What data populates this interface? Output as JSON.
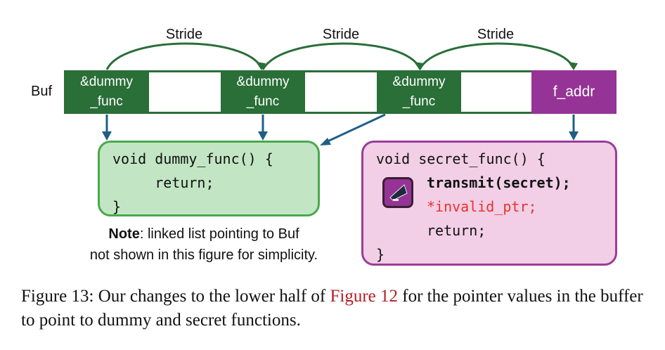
{
  "diagram": {
    "stride_labels": [
      "Stride",
      "Stride",
      "Stride"
    ],
    "buffer": {
      "label": "Buf",
      "cells": [
        {
          "text_line1": "&dummy",
          "text_line2": "_func",
          "type": "dummy_pointer"
        },
        {
          "text_line1": "",
          "text_line2": "",
          "type": "empty"
        },
        {
          "text_line1": "&dummy",
          "text_line2": "_func",
          "type": "dummy_pointer"
        },
        {
          "text_line1": "",
          "text_line2": "",
          "type": "empty"
        },
        {
          "text_line1": "&dummy",
          "text_line2": "_func",
          "type": "dummy_pointer"
        },
        {
          "text_line1": "",
          "text_line2": "",
          "type": "empty"
        },
        {
          "text_line1": "f_addr",
          "text_line2": "",
          "type": "secret_pointer"
        }
      ]
    },
    "dummy_func": {
      "lines": [
        "void dummy_func() {",
        "     return;",
        "}"
      ]
    },
    "secret_func": {
      "line1": "void secret_func() {",
      "line2": "transmit(secret);",
      "line3": "*invalid_ptr;",
      "line4": "return;",
      "line5": "}",
      "icon": "megaphone-icon"
    },
    "note": {
      "bold": "Note",
      "rest_line1": ": linked list pointing to Buf",
      "line2": "not shown in this figure for simplicity."
    },
    "colors": {
      "dark_green": "#2a6e38",
      "purple": "#963396",
      "arrow_blue": "#1f5f86",
      "green_box_fill": "#c2e6c4",
      "pink_box_fill": "#f2cfe6",
      "red_text": "#e8322c",
      "link_red": "#b01e22"
    }
  },
  "caption": {
    "prefix": "Figure 13: Our changes to the lower half of ",
    "link": "Figure 12",
    "suffix": " for the pointer values in the buffer to point to dummy and secret functions."
  }
}
